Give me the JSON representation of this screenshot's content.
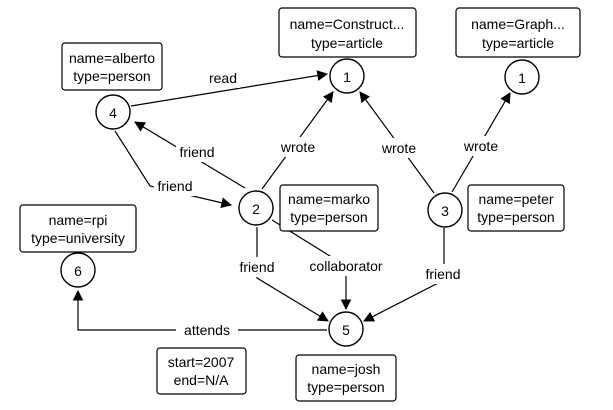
{
  "nodes": {
    "v1a": {
      "id": "1",
      "props": [
        "name=Construct...",
        "type=article"
      ]
    },
    "v1b": {
      "id": "1",
      "props": [
        "name=Graph...",
        "type=article"
      ]
    },
    "v2": {
      "id": "2",
      "props": [
        "name=marko",
        "type=person"
      ]
    },
    "v3": {
      "id": "3",
      "props": [
        "name=peter",
        "type=person"
      ]
    },
    "v4": {
      "id": "4",
      "props": [
        "name=alberto",
        "type=person"
      ]
    },
    "v5": {
      "id": "5",
      "props": [
        "name=josh",
        "type=person"
      ]
    },
    "v6": {
      "id": "6",
      "props": [
        "name=rpi",
        "type=university"
      ]
    }
  },
  "edges": {
    "read": {
      "label": "read"
    },
    "marko_wrote": {
      "label": "wrote"
    },
    "peter_wrote_1": {
      "label": "wrote"
    },
    "peter_wrote_2": {
      "label": "wrote"
    },
    "friend_2_4": {
      "label": "friend"
    },
    "friend_4_2": {
      "label": "friend"
    },
    "friend_2_5": {
      "label": "friend"
    },
    "collaborator": {
      "label": "collaborator"
    },
    "friend_3_5": {
      "label": "friend"
    },
    "attends": {
      "label": "attends",
      "props": [
        "start=2007",
        "end=N/A"
      ]
    }
  }
}
